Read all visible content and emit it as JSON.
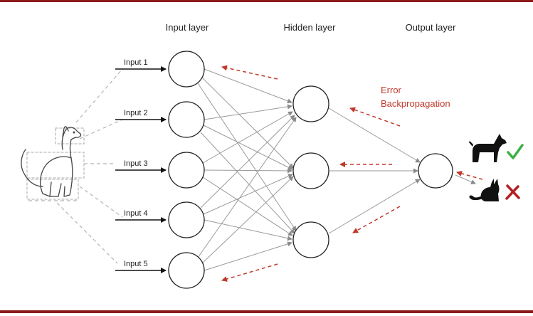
{
  "layers": {
    "input_title": "Input layer",
    "hidden_title": "Hidden layer",
    "output_title": "Output layer"
  },
  "inputs": [
    "Input 1",
    "Input 2",
    "Input 3",
    "Input 4",
    "Input 5"
  ],
  "error_label": {
    "line1": "Error",
    "line2": "Backpropagation"
  },
  "colors": {
    "frame": "#8b1a1a",
    "error": "#c0392b",
    "node_stroke": "#222222",
    "edge": "#9a9a9a",
    "guide": "#b5b5b5",
    "check": "#3cb043",
    "cross": "#b22222"
  },
  "icons": {
    "source_image": "dog-sketch-icon",
    "correct_class": "dog-silhouette-icon",
    "wrong_class": "cat-silhouette-icon",
    "correct_mark": "check-icon",
    "wrong_mark": "cross-icon"
  }
}
